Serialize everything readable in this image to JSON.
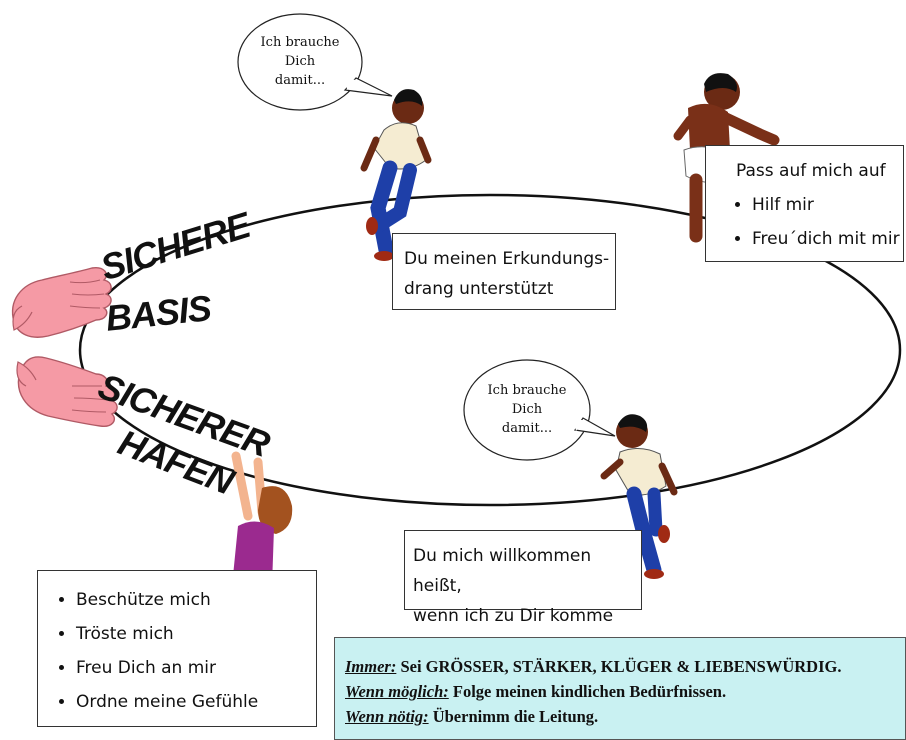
{
  "bubble_top": [
    "Ich brauche",
    "Dich",
    "damit..."
  ],
  "bubble_mid": [
    "Ich brauche",
    "Dich",
    "damit..."
  ],
  "labels": {
    "sichere": "SICHERE",
    "basis": "BASIS",
    "sicherer": "SICHERER",
    "hafen": "HAFEN"
  },
  "box_explore": [
    "Du meinen Erkundungs-",
    "drang unterstützt"
  ],
  "box_welcome": [
    "Du mich willkommen heißt,",
    "wenn ich zu Dir komme"
  ],
  "box_topright": {
    "heading": "Pass auf mich auf",
    "items": [
      "Hilf mir",
      "Freu´dich mit mir"
    ]
  },
  "box_needs": [
    "Beschütze mich",
    "Tröste mich",
    "Freu Dich an mir",
    "Ordne meine Gefühle"
  ],
  "rules": [
    {
      "key": "Immer:",
      "text": " Sei GRÖSSER, STÄRKER, KLÜGER & LIEBENSWÜRDIG."
    },
    {
      "key": "Wenn möglich:",
      "text": " Folge meinen kindlichen Bedürfnissen."
    },
    {
      "key": "Wenn nötig:",
      "text": " Übernimm die Leitung."
    }
  ],
  "colors": {
    "hand": "#f59aa5",
    "hand_stroke": "#b05a65",
    "skin_dark": "#6b2a14",
    "shirt": "#f5ecd2",
    "jeans": "#1e3fa8",
    "girl_shirt": "#9b2a8f",
    "girl_skin": "#f3b48f",
    "girl_hair": "#a3521f",
    "rules_bg": "#c9f1f2"
  },
  "icons": [
    "hand-icon",
    "toddler-icon",
    "girl-icon",
    "speech-bubble-icon"
  ]
}
